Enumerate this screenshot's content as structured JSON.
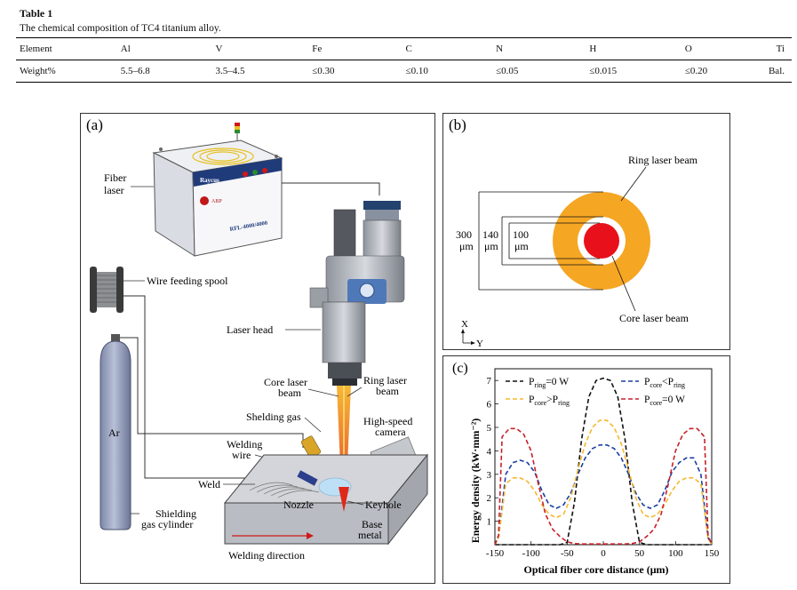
{
  "table": {
    "title": "Table 1",
    "caption": "The chemical composition of TC4 titanium alloy.",
    "headers": [
      "Element",
      "Al",
      "V",
      "Fe",
      "C",
      "N",
      "H",
      "O",
      "Ti"
    ],
    "row": [
      "Weight%",
      "5.5–6.8",
      "3.5–4.5",
      "≤0.30",
      "≤0.10",
      "≤0.05",
      "≤0.015",
      "≤0.20",
      "Bal."
    ]
  },
  "panel_a": {
    "label": "(a)",
    "laser_brand": "Raycus",
    "laser_model": "RFL-4000/4000",
    "laser_badge": "ABP",
    "labels": {
      "fiber_laser_1": "Fiber",
      "fiber_laser_2": "laser",
      "wire_spool": "Wire feeding spool",
      "laser_head": "Laser head",
      "core_beam_1": "Core laser",
      "core_beam_2": "beam",
      "ring_beam_1": "Ring laser",
      "ring_beam_2": "beam",
      "shielding_gas": "Shelding gas",
      "camera_1": "High-speed",
      "camera_2": "camera",
      "welding_wire_1": "Welding",
      "welding_wire_2": "wire",
      "ar": "Ar",
      "weld": "Weld",
      "nozzle": "Nozzle",
      "keyhole": "Keyhole",
      "base_metal_1": "Base",
      "base_metal_2": "metal",
      "cylinder_1": "Shielding",
      "cylinder_2": "gas cylinder",
      "direction": "Welding direction"
    }
  },
  "panel_b": {
    "label": "(b)",
    "ring_label": "Ring laser beam",
    "core_label": "Core laser beam",
    "dim_300": "300",
    "dim_140": "140",
    "dim_100": "100",
    "unit": "μm",
    "axis_x": "X",
    "axis_y": "Y",
    "colors": {
      "ring": "#f5a623",
      "core": "#e8101a"
    }
  },
  "panel_c": {
    "label": "(c)"
  },
  "chart_data": {
    "type": "line",
    "xlabel": "Optical fiber core distance (μm)",
    "ylabel": "Energy density (kW·mm⁻²)",
    "xlim": [
      -150,
      150
    ],
    "ylim": [
      0,
      7.5
    ],
    "xticks": [
      -150,
      -100,
      -50,
      0,
      50,
      100,
      150
    ],
    "yticks": [
      1,
      2,
      3,
      4,
      5,
      6,
      7
    ],
    "legend": [
      {
        "label": "Pring=0 W",
        "main": "P",
        "sub": "ring",
        "rest": "=0 W",
        "color": "#111111"
      },
      {
        "label": "Pcore<Pring",
        "main": "P",
        "sub": "core",
        "rest": "<P",
        "sub2": "ring",
        "color": "#1a3fa0"
      },
      {
        "label": "Pcore>Pring",
        "main": "P",
        "sub": "core",
        "rest": ">P",
        "sub2": "ring",
        "color": "#f5b82e"
      },
      {
        "label": "Pcore=0 W",
        "main": "P",
        "sub": "core",
        "rest": "=0 W",
        "color": "#c8202a"
      }
    ],
    "series": [
      {
        "name": "Pring=0 W",
        "color": "#111111",
        "x": [
          -150,
          -60,
          -50,
          -40,
          -30,
          -20,
          -10,
          0,
          10,
          20,
          30,
          40,
          50,
          60,
          150
        ],
        "y": [
          0,
          0,
          0.1,
          1.8,
          4.5,
          6.3,
          7.0,
          7.1,
          7.0,
          6.3,
          4.5,
          1.8,
          0.1,
          0,
          0
        ]
      },
      {
        "name": "Pcore<Pring",
        "color": "#1a3fa0",
        "x": [
          -150,
          -145,
          -135,
          -125,
          -115,
          -105,
          -95,
          -85,
          -75,
          -65,
          -55,
          -45,
          -35,
          -25,
          -15,
          -5,
          0,
          5,
          15,
          25,
          35,
          45,
          55,
          65,
          75,
          85,
          95,
          105,
          115,
          125,
          135,
          145,
          150
        ],
        "y": [
          0,
          0.3,
          3.0,
          3.5,
          3.6,
          3.5,
          3.1,
          2.3,
          1.7,
          1.55,
          1.7,
          2.2,
          3.0,
          3.7,
          4.1,
          4.25,
          4.25,
          4.25,
          4.1,
          3.7,
          3.0,
          2.2,
          1.7,
          1.55,
          1.7,
          2.3,
          3.1,
          3.5,
          3.7,
          3.7,
          3.0,
          0.3,
          0
        ]
      },
      {
        "name": "Pcore>Pring",
        "color": "#f5b82e",
        "x": [
          -150,
          -145,
          -135,
          -125,
          -115,
          -105,
          -95,
          -85,
          -75,
          -65,
          -55,
          -45,
          -35,
          -25,
          -15,
          -5,
          0,
          5,
          15,
          25,
          35,
          45,
          55,
          65,
          75,
          85,
          95,
          105,
          115,
          125,
          135,
          145,
          150
        ],
        "y": [
          0,
          0.3,
          2.6,
          2.85,
          2.85,
          2.7,
          2.3,
          1.7,
          1.3,
          1.15,
          1.3,
          2.0,
          3.2,
          4.3,
          5.0,
          5.3,
          5.3,
          5.3,
          5.0,
          4.3,
          3.2,
          2.0,
          1.3,
          1.15,
          1.3,
          1.7,
          2.3,
          2.7,
          2.85,
          2.85,
          2.6,
          0.3,
          0
        ]
      },
      {
        "name": "Pcore=0 W",
        "color": "#c8202a",
        "x": [
          -150,
          -145,
          -140,
          -130,
          -120,
          -110,
          -100,
          -90,
          -80,
          -70,
          -60,
          -50,
          -40,
          -30,
          -25,
          -10,
          0,
          10,
          25,
          30,
          40,
          50,
          60,
          70,
          80,
          90,
          100,
          110,
          120,
          130,
          140,
          145,
          150
        ],
        "y": [
          0,
          0.4,
          4.6,
          4.95,
          4.95,
          4.7,
          4.0,
          2.6,
          1.3,
          0.65,
          0.35,
          0.12,
          0.05,
          0.03,
          0.03,
          0.03,
          0.03,
          0.03,
          0.03,
          0.03,
          0.05,
          0.12,
          0.35,
          0.65,
          1.3,
          2.6,
          4.0,
          4.7,
          4.95,
          4.95,
          4.6,
          0.4,
          0
        ]
      }
    ]
  }
}
